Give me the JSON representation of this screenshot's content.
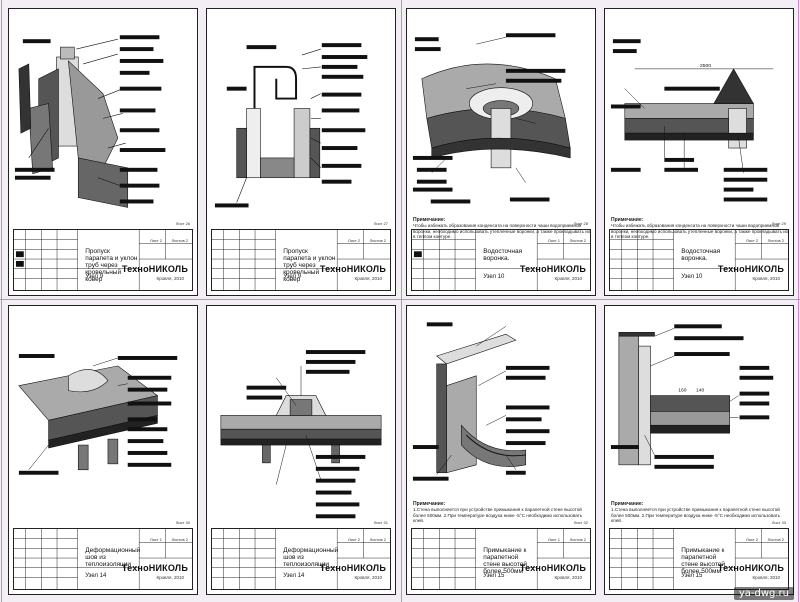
{
  "sheets": [
    {
      "title": "Пропуск парапета и уклон труб через кровельный ковер",
      "node": "Узел 9",
      "brand": "ТехноНИКОЛЬ",
      "brand_sub": "Кровля, 2010",
      "sheet_label": "Лист 2",
      "sheets_label": "Листов 2",
      "list_label": "Лист 26",
      "note_heading": "",
      "note_text": ""
    },
    {
      "title": "Пропуск парапета и уклон труб через кровельный ковер",
      "node": "Узел 9",
      "brand": "ТехноНИКОЛЬ",
      "brand_sub": "Кровля, 2010",
      "sheet_label": "Лист 2",
      "sheets_label": "Листов 2",
      "list_label": "Лист 27",
      "note_heading": "",
      "note_text": ""
    },
    {
      "title": "Водосточная воронка.",
      "node": "Узел 10",
      "brand": "ТехноНИКОЛЬ",
      "brand_sub": "Кровля, 2010",
      "sheet_label": "Лист 1",
      "sheets_label": "Листов 2",
      "list_label": "Лист 28",
      "note_heading": "Примечание:",
      "note_text": "Чтобы избежать образования конденсата на поверхности чаши водоприемной воронки, необходимо использовать утепленные воронки, а также прокладывать их в теплом контуре."
    },
    {
      "title": "Водосточная воронка.",
      "node": "Узел 10",
      "brand": "ТехноНИКОЛЬ",
      "brand_sub": "Кровля, 2010",
      "sheet_label": "Лист 2",
      "sheets_label": "Листов 2",
      "list_label": "Лист 29",
      "note_heading": "Примечание:",
      "note_text": "Чтобы избежать образования конденсата на поверхности чаши водоприемной воронки, необходимо использовать утепленные воронки, а также прокладывать их в теплом контуре."
    },
    {
      "title": "Деформационный шов из теплоизоляции",
      "node": "Узел 14",
      "brand": "ТехноНИКОЛЬ",
      "brand_sub": "Кровля, 2010",
      "sheet_label": "Лист 1",
      "sheets_label": "Листов 2",
      "list_label": "Лист 30",
      "note_heading": "",
      "note_text": ""
    },
    {
      "title": "Деформационный шов из теплоизоляции",
      "node": "Узел 14",
      "brand": "ТехноНИКОЛЬ",
      "brand_sub": "Кровля, 2010",
      "sheet_label": "Лист 2",
      "sheets_label": "Листов 2",
      "list_label": "Лист 31",
      "note_heading": "",
      "note_text": ""
    },
    {
      "title": "Примыкание к парапетной стене высотой более 500мм",
      "node": "Узел 15",
      "brand": "ТехноНИКОЛЬ",
      "brand_sub": "Кровля, 2010",
      "sheet_label": "Лист 1",
      "sheets_label": "Листов 2",
      "list_label": "Лист 32",
      "note_heading": "Примечание:",
      "note_text": "1.Стена выполняется при устройстве примыкания к парапетной стене высотой более 500мм. 2.При температуре воздуха ниже -5°С необходимо использовать клей."
    },
    {
      "title": "Примыкание к парапетной стене высотой более 500мм",
      "node": "Узел 15",
      "brand": "ТехноНИКОЛЬ",
      "brand_sub": "Кровля, 2010",
      "sheet_label": "Лист 2",
      "sheets_label": "Листов 2",
      "list_label": "Лист 33",
      "note_heading": "Примечание:",
      "note_text": "1.Стена выполняется при устройстве примыкания к парапетной стене высотой более 500мм. 2.При температуре воздуха ниже -5°С необходимо использовать клей."
    }
  ],
  "dims": {
    "sheet4_dim": "2500",
    "sheet8_dim1": "160",
    "sheet8_dim2": "140"
  },
  "watermark": "ya-dwg.ru",
  "colors": {
    "separator": "#c88ac8",
    "ink": "#111111",
    "background": "#f3eef3"
  }
}
